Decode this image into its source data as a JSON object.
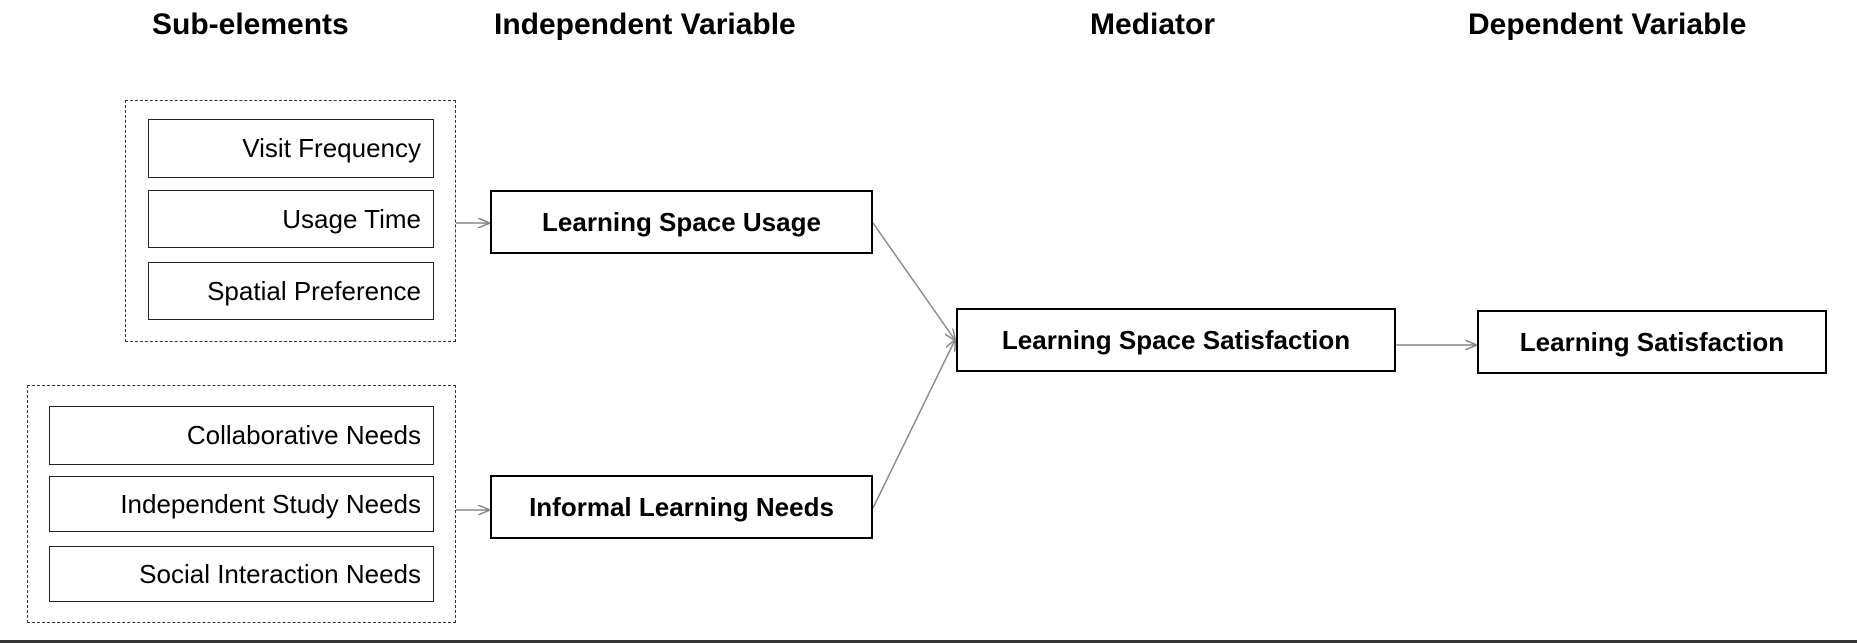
{
  "headers": {
    "sub_elements": "Sub-elements",
    "independent": "Independent Variable",
    "mediator": "Mediator",
    "dependent": "Dependent Variable"
  },
  "groups": [
    {
      "items": [
        "Visit Frequency",
        "Usage Time",
        "Spatial Preference"
      ]
    },
    {
      "items": [
        "Collaborative Needs",
        "Independent Study Needs",
        "Social Interaction Needs"
      ]
    }
  ],
  "nodes": {
    "usage": "Learning Space Usage",
    "needs": "Informal Learning Needs",
    "space_satisfaction": "Learning Space Satisfaction",
    "learning_satisfaction": "Learning Satisfaction"
  },
  "colors": {
    "line": "#888888",
    "box_border": "#000000",
    "dashed": "#333333"
  }
}
